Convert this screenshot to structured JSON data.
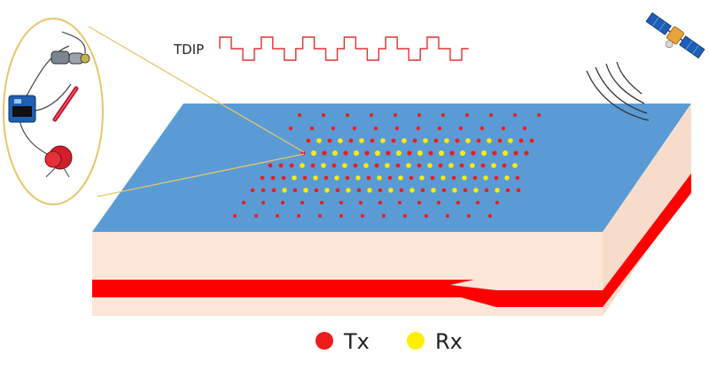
{
  "tdip_label": "TDIP",
  "legend": {
    "tx_label": "Tx",
    "rx_label": "Rx"
  },
  "colors": {
    "tx": "#ee1b1b",
    "rx": "#ffee00",
    "surface": "#5b9bd5",
    "earth": "#fbe6d8",
    "layer": "#ff0000",
    "waveform": "#e53030",
    "inset_border": "#e8c56a"
  },
  "icons": {
    "satellite": "satellite-icon",
    "signal": "signal-waves-icon",
    "equipment": "field-equipment-icon"
  }
}
